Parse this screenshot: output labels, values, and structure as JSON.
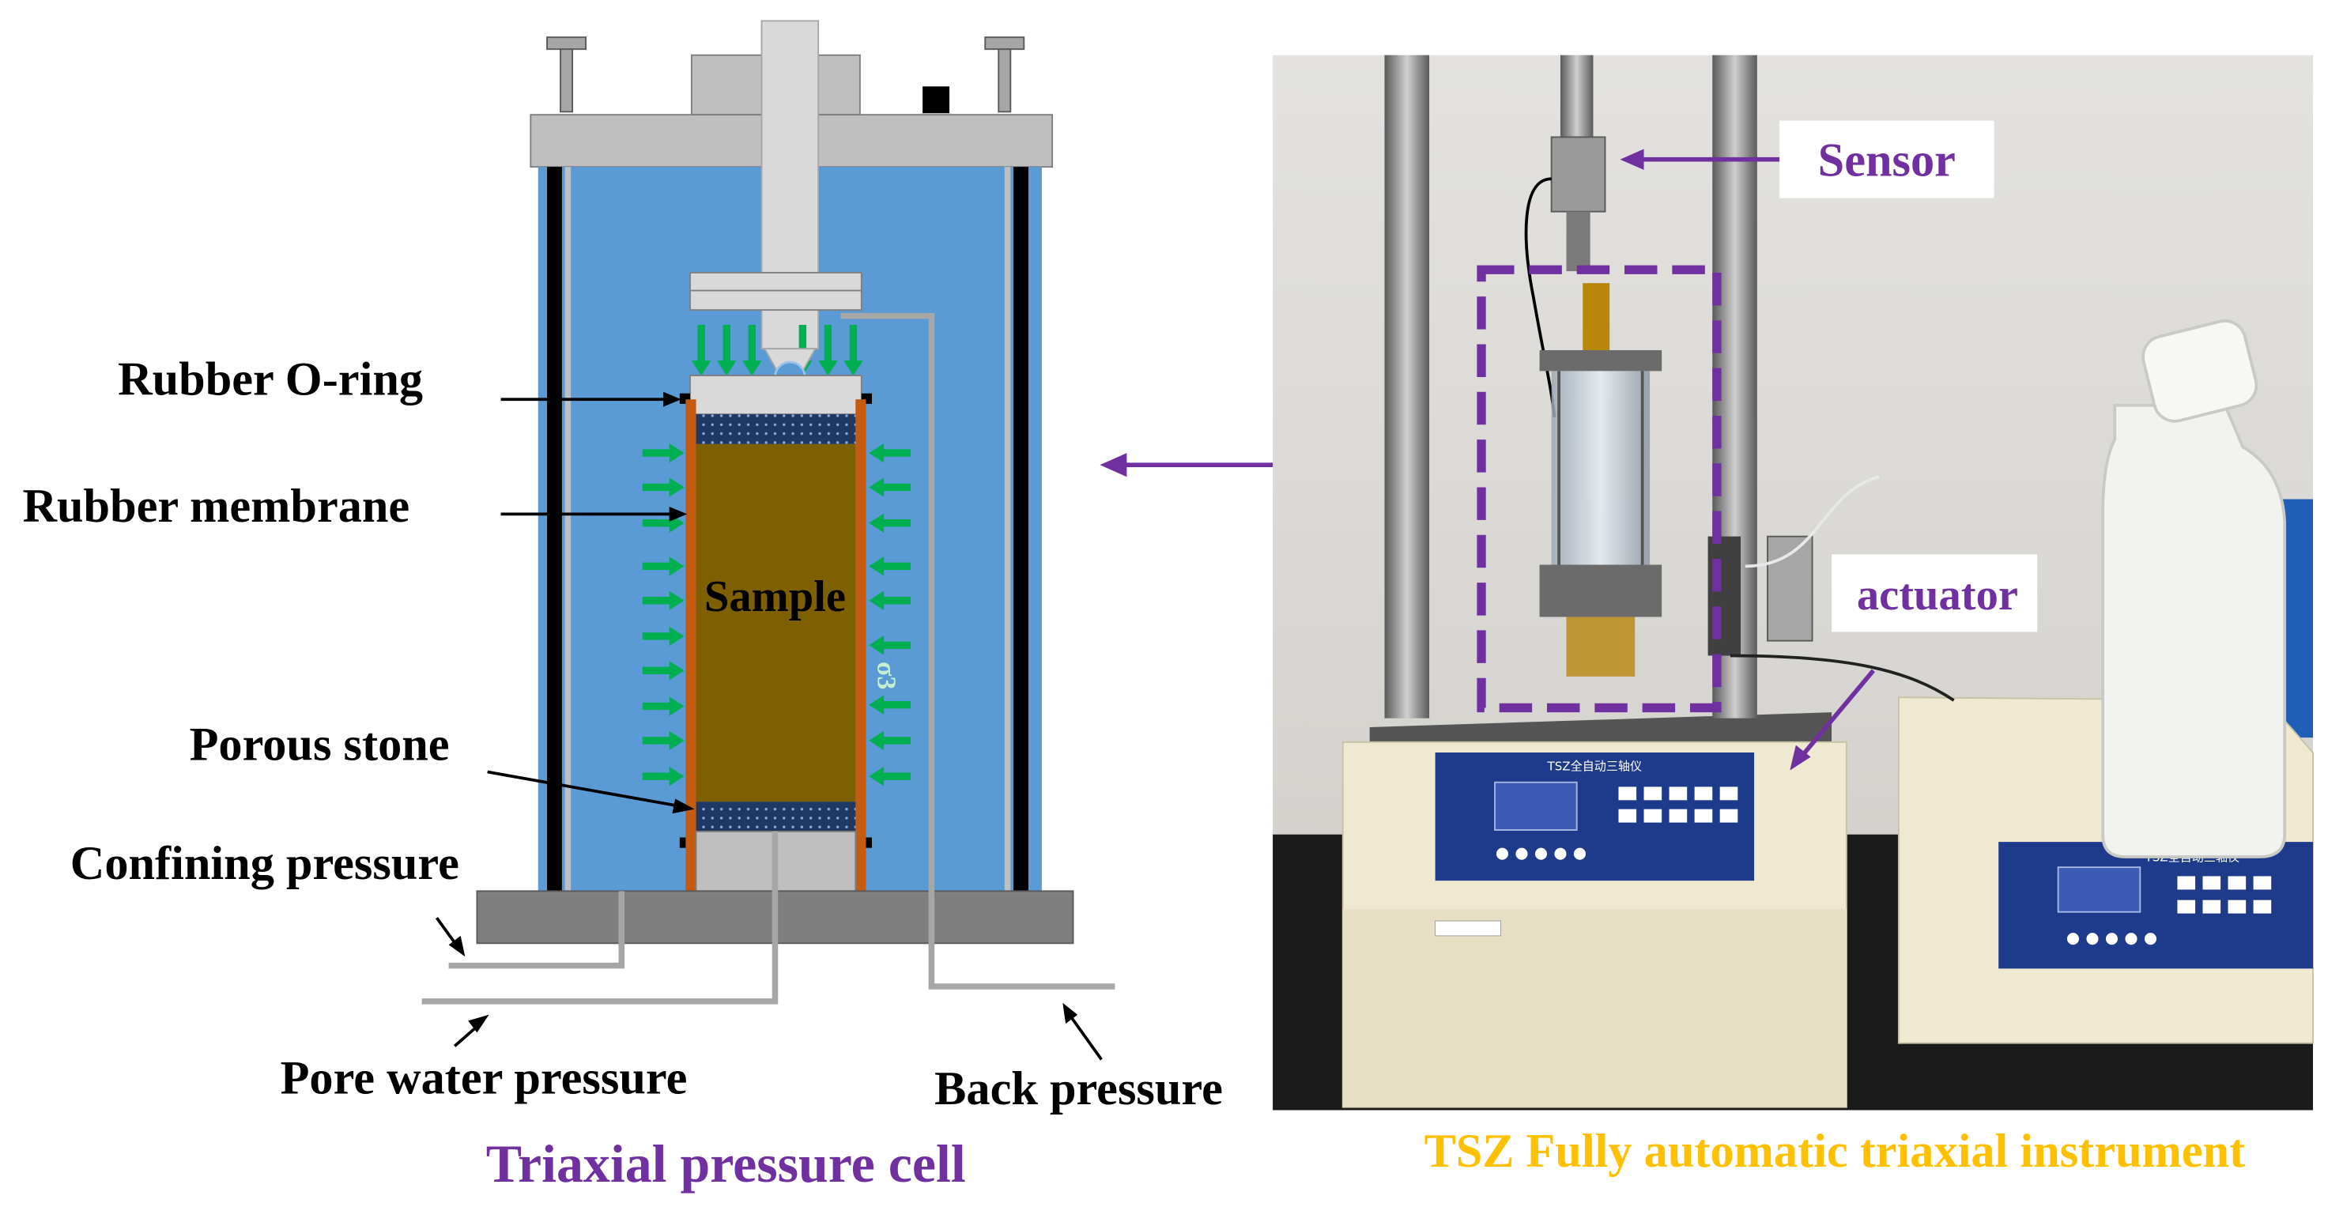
{
  "cell": {
    "labels": {
      "rubber_oring": "Rubber O-ring",
      "rubber_membrane": "Rubber membrane",
      "porous_stone": "Porous stone",
      "confining_pressure": "Confining pressure",
      "pore_water_pressure": "Pore water pressure",
      "back_pressure": "Back pressure",
      "sample": "Sample",
      "sigma3": "σ3"
    },
    "caption": "Triaxial pressure cell"
  },
  "photo": {
    "sensor_label": "Sensor",
    "actuator_label": "actuator",
    "panel_title_main": "TSZ全自动三轴仪",
    "panel_title_side": "TSZ全自动三轴仪",
    "caption": "TSZ Fully automatic triaxial instrument"
  },
  "colors": {
    "water": "#5b9bd5",
    "sample": "#7f6000",
    "stone": "#1f3864",
    "arrow_green": "#00b050",
    "purple": "#7030a0",
    "caption_orange": "#ffc000",
    "membrane": "#c55a11",
    "steel_gray": "#a6a6a6"
  }
}
